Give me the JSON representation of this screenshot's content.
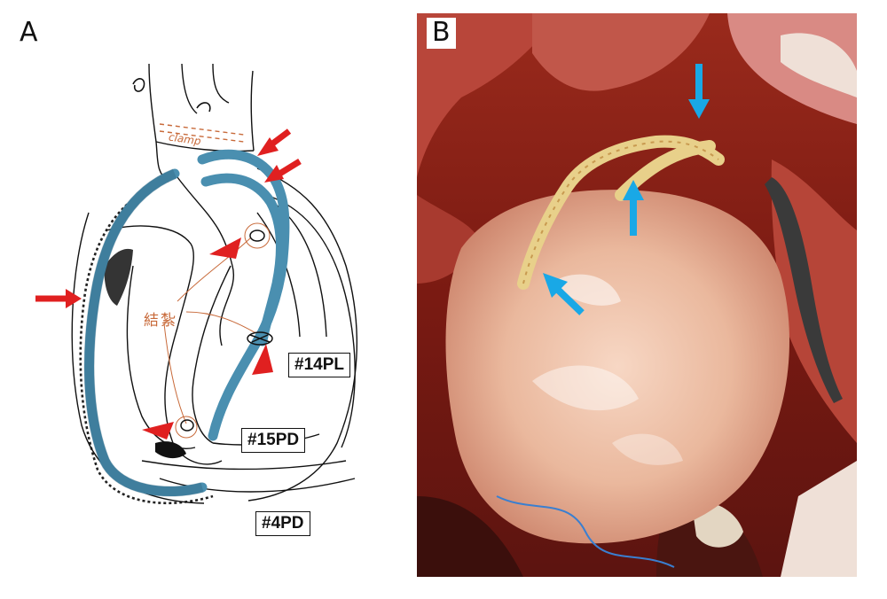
{
  "panels": {
    "a": {
      "letter": "A",
      "annotations": {
        "clamp": "clamp",
        "ligation": "結紮"
      },
      "graft_labels": [
        "#14PL",
        "#15PD",
        "#4PD"
      ]
    },
    "b": {
      "letter": "B"
    }
  },
  "colors": {
    "graft_blue": "#4a8fb0",
    "marker_red": "#e02020",
    "annotation_orange": "#c86a3a",
    "photo_arrow_blue": "#19a8e6"
  }
}
